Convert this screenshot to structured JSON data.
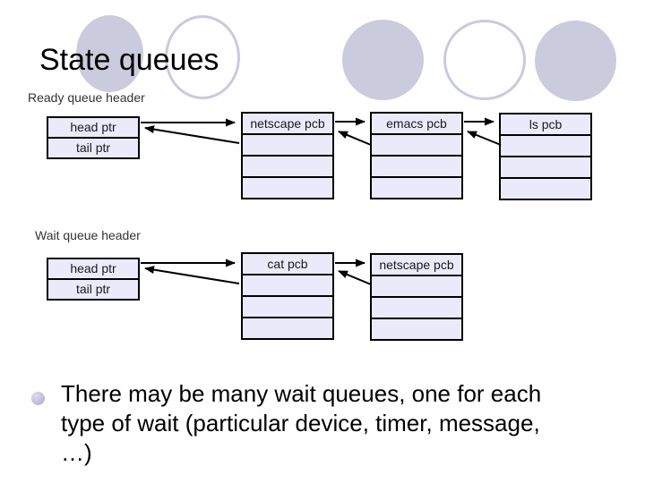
{
  "slide": {
    "title": "State queues",
    "bullet": {
      "lines": [
        "There may be many wait queues, one for each",
        "type of wait (particular device, timer, message,",
        "…)"
      ]
    }
  },
  "ready_queue": {
    "label": "Ready queue header",
    "header": {
      "rows": [
        "head ptr",
        "tail ptr"
      ]
    },
    "pcbs": [
      {
        "label": "netscape pcb"
      },
      {
        "label": "emacs pcb"
      },
      {
        "label": "ls pcb"
      }
    ]
  },
  "wait_queue": {
    "label": "Wait queue header",
    "header": {
      "rows": [
        "head ptr",
        "tail ptr"
      ]
    },
    "pcbs": [
      {
        "label": "cat pcb"
      },
      {
        "label": "netscape pcb"
      }
    ]
  },
  "colors": {
    "background": "#ffffff",
    "box_fill": "#eaeafa",
    "box_border": "#000000",
    "decor_circle_fill": "#cbcbde",
    "decor_circle_stroke": "#c9c9e1",
    "bullet_dot": "#a9a9cf",
    "label_text": "#333333",
    "body_text": "#000000"
  }
}
